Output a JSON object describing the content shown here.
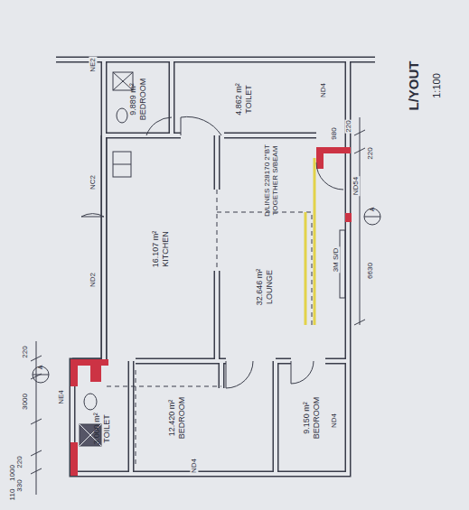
{
  "diagram": {
    "nodes": [
      {
        "text": [
          "4.862 m²",
          "TOILET"
        ]
      },
      {
        "text": [
          "9.889 m²",
          "BEDROOM"
        ]
      },
      {
        "text": [
          "16.107 m²",
          "KITCHEN"
        ]
      },
      {
        "text": [
          "32.646 m²",
          "LOUNGE"
        ]
      },
      {
        "text": [
          "12.420 m²",
          "BEDROOM"
        ]
      },
      {
        "text": [
          "3.000 m²",
          "TOILET"
        ]
      },
      {
        "text": [
          "9.150 m²",
          "BEDROOM"
        ]
      }
    ],
    "labels": [
      "L/YOUT",
      "1:100",
      "NE2",
      "NC2",
      "ND2",
      "NE4",
      "ND4",
      "980",
      "220",
      "220",
      "ND54",
      "A",
      "D/LINES 228170 2\"BT TOGETHER S/BEAM",
      "3M S/D",
      "6630",
      "ND4",
      "ND4",
      "A",
      "220",
      "3000",
      "330",
      "220",
      "1000",
      "110"
    ]
  }
}
